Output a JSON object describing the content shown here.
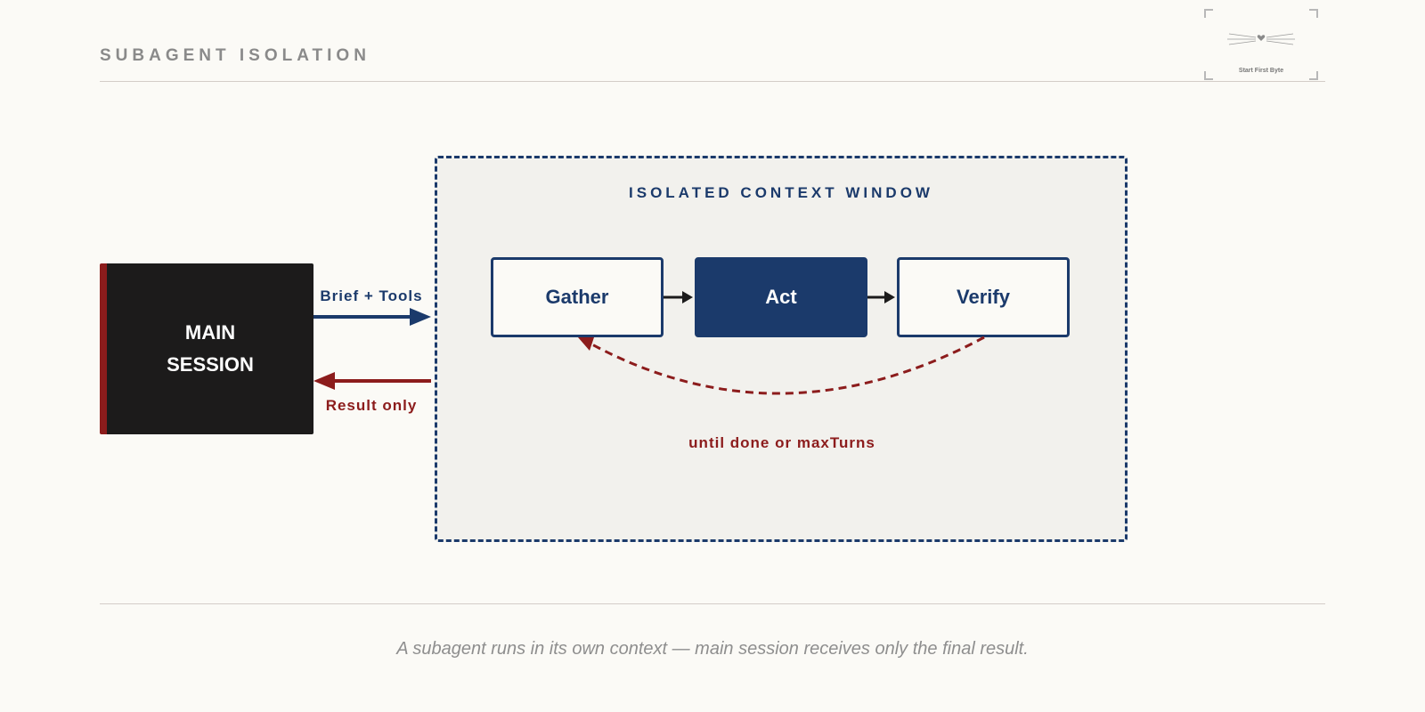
{
  "header": {
    "title": "SUBAGENT ISOLATION",
    "logo_text": "Start First Byte"
  },
  "diagram": {
    "main_session_label": "MAIN SESSION",
    "brief_label": "Brief + Tools",
    "result_label": "Result only",
    "isolated_title": "ISOLATED CONTEXT WINDOW",
    "steps": [
      "Gather",
      "Act",
      "Verify"
    ],
    "loop_label": "until done or maxTurns"
  },
  "caption": "A subagent runs in its own context — main session receives only the final result.",
  "colors": {
    "navy": "#1b3a6b",
    "crimson": "#8c1c1c",
    "dark": "#1c1b1b",
    "background": "#fbfaf6",
    "panel": "#f2f1ed"
  }
}
